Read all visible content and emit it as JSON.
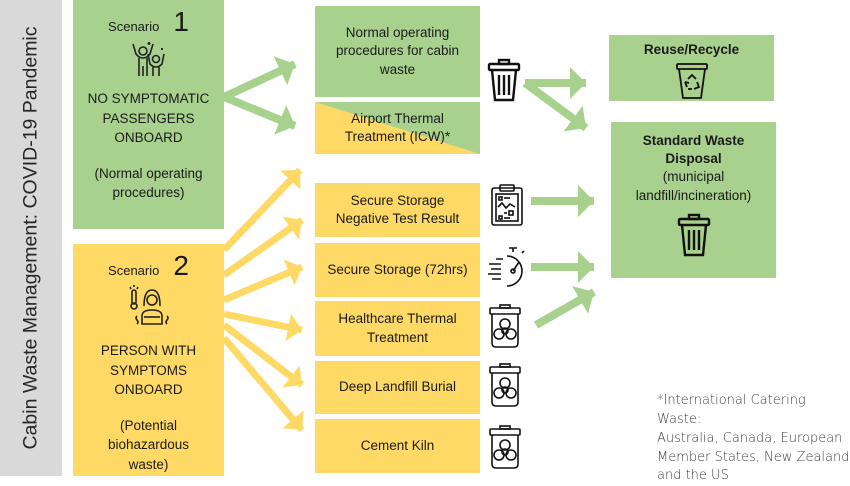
{
  "title": "Cabin Waste Management: COVID-19 Pandemic",
  "colors": {
    "scenario1": "#a9d18e",
    "scenario2": "#ffd966",
    "sidebar": "#d9d9d9"
  },
  "scenario1": {
    "label": "Scenario",
    "number": "1",
    "icon": "celebrating-people-icon",
    "lines": [
      "NO SYMPTOMATIC",
      "PASSENGERS",
      "ONBOARD"
    ],
    "note": [
      "(Normal operating",
      "procedures)"
    ]
  },
  "scenario2": {
    "label": "Scenario",
    "number": "2",
    "icon": "sick-person-thermometer-icon",
    "lines": [
      "PERSON WITH",
      "SYMPTOMS",
      "ONBOARD"
    ],
    "note": [
      "(Potential",
      "biohazardous",
      "waste)"
    ]
  },
  "treatments": [
    {
      "lines": [
        "Normal operating",
        "procedures for cabin",
        "waste"
      ],
      "color": "green",
      "icon": "trash-bin-icon"
    },
    {
      "lines": [
        "Airport Thermal",
        "Treatment (ICW)*"
      ],
      "color": "green-yellow",
      "icon": ""
    },
    {
      "lines": [
        "Secure Storage",
        "Negative Test Result"
      ],
      "color": "yellow",
      "icon": "clipboard-test-result-icon"
    },
    {
      "lines": [
        "Secure Storage (72hrs)"
      ],
      "color": "yellow",
      "icon": "stopwatch-icon"
    },
    {
      "lines": [
        "Healthcare Thermal",
        "Treatment"
      ],
      "color": "yellow",
      "icon": "biohazard-bin-icon"
    },
    {
      "lines": [
        "Deep Landfill Burial"
      ],
      "color": "yellow",
      "icon": "biohazard-bin-icon"
    },
    {
      "lines": [
        "Cement Kiln"
      ],
      "color": "yellow",
      "icon": "biohazard-bin-icon"
    }
  ],
  "outcomes": {
    "recycle": {
      "title": "Reuse/Recycle",
      "icon": "recycle-bin-icon"
    },
    "disposal": {
      "title_lines": [
        "Standard Waste",
        "Disposal"
      ],
      "sub_lines": [
        "(municipal",
        "landfill/incineration)"
      ],
      "icon": "trash-bin-icon"
    }
  },
  "footnote": [
    "*International Catering Waste:",
    "Australia, Canada, European",
    "Member States, New Zealand",
    "and the US"
  ]
}
